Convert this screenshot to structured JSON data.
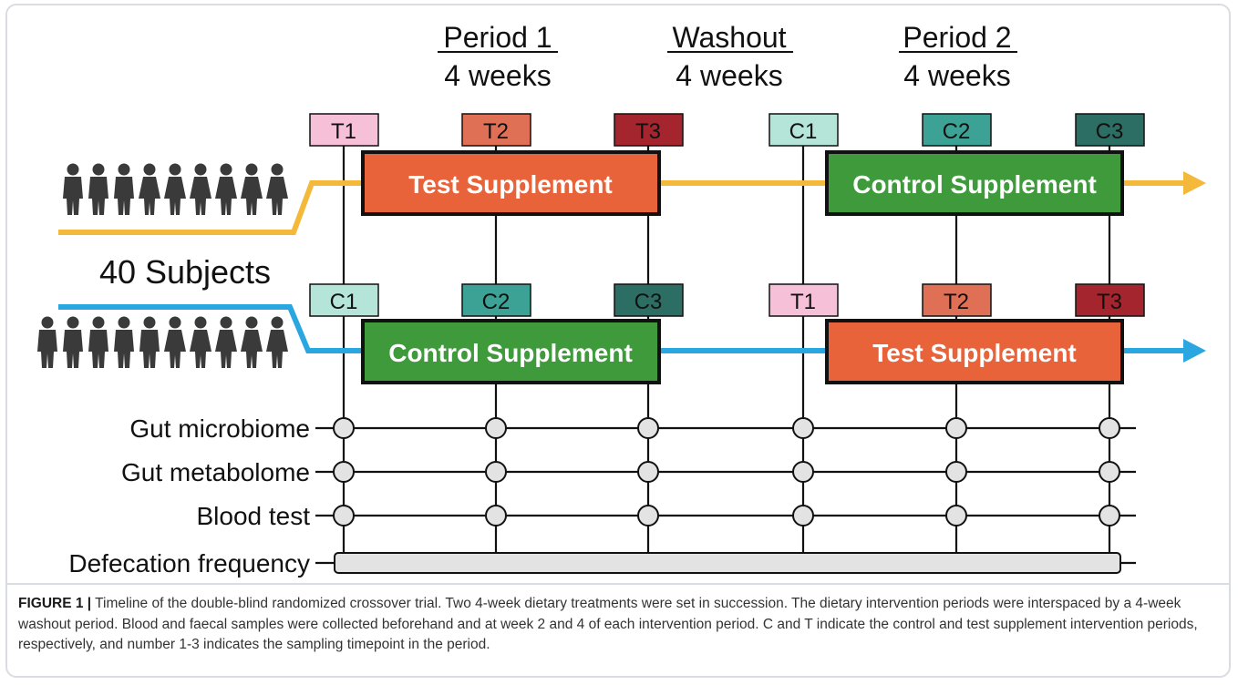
{
  "colors": {
    "test_orange": "#E8633A",
    "control_green": "#3F9A3C",
    "arm1_yellow": "#F4B83A",
    "arm2_blue": "#2AA7E0",
    "T1": "#F6C0D8",
    "T2": "#E07055",
    "T3": "#A4252D",
    "C1": "#B5E4D8",
    "C2": "#3CA295",
    "C3": "#2D6E64",
    "node_fill": "#E3E3E3",
    "person": "#3A3A3A"
  },
  "icons": {
    "people": "person-silhouette-icon",
    "arrow": "arrow-right-icon",
    "node": "circle-node-icon"
  },
  "periods": [
    {
      "name": "Period 1",
      "duration": "4 weeks"
    },
    {
      "name": "Washout",
      "duration": "4 weeks"
    },
    {
      "name": "Period 2",
      "duration": "4 weeks"
    }
  ],
  "subjects_label": "40 Subjects",
  "arm1": {
    "timepoints": [
      "T1",
      "T2",
      "T3",
      "C1",
      "C2",
      "C3"
    ],
    "supplement_1": "Test Supplement",
    "supplement_2": "Control Supplement"
  },
  "arm2": {
    "timepoints": [
      "C1",
      "C2",
      "C3",
      "T1",
      "T2",
      "T3"
    ],
    "supplement_1": "Control Supplement",
    "supplement_2": "Test Supplement"
  },
  "measures": [
    "Gut microbiome",
    "Gut metabolome",
    "Blood test",
    "Defecation frequency"
  ],
  "caption": {
    "label": "FIGURE 1 |",
    "text": " Timeline of the double-blind randomized crossover trial. Two 4-week dietary treatments were set in succession. The dietary intervention periods were interspaced by a 4-week washout period. Blood and faecal samples were collected beforehand and at week 2 and 4 of each intervention period. C and T indicate the control and test supplement intervention periods, respectively, and number 1-3 indicates the sampling timepoint in the period."
  }
}
